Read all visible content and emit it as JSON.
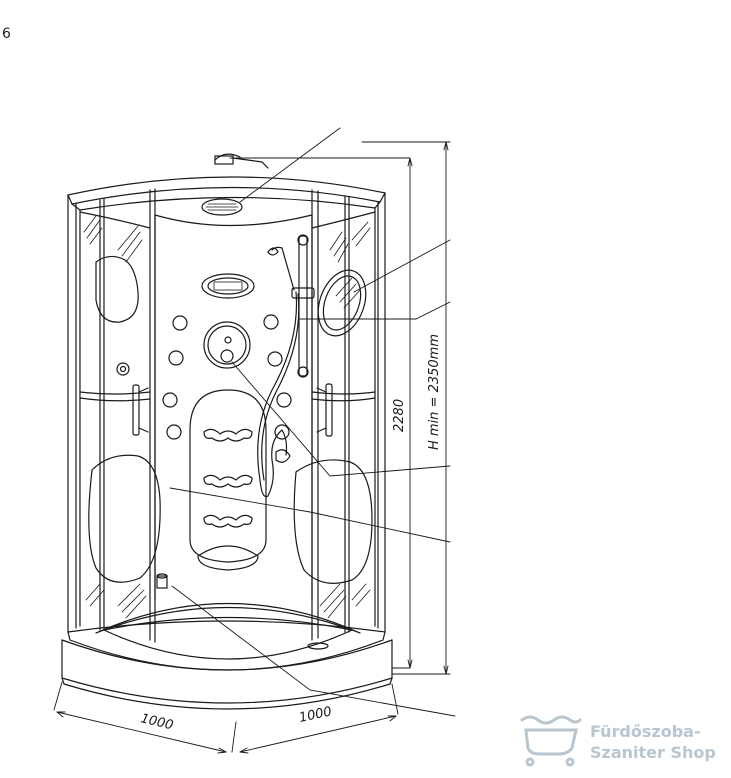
{
  "corner_mark": "6",
  "dimensions": {
    "width_left": "1000",
    "width_right": "1000",
    "height": "2280",
    "height_min": "H  min  =  2350mm"
  },
  "watermark": {
    "line1": "Fürdőszoba-",
    "line2": "Szaniter Shop",
    "color": "#b8c6cf"
  },
  "colors": {
    "line": "#1a1a1a"
  }
}
